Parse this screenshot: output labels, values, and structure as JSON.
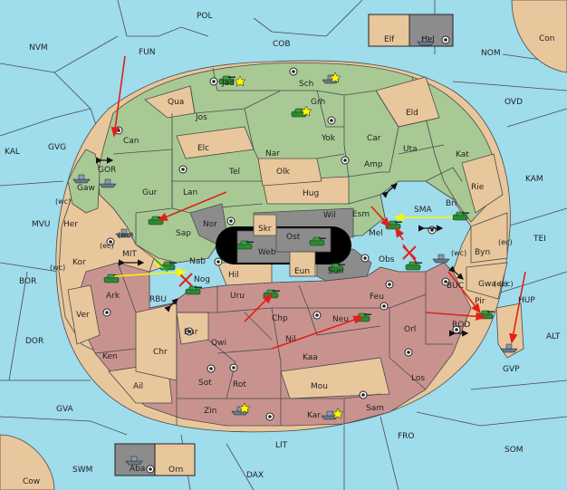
{
  "map": {
    "colors": {
      "sea": "#9fdcec",
      "green": "#a8c994",
      "tan": "#e8c79c",
      "red": "#c8938f",
      "gray": "#8c8c8c",
      "black": "#000000",
      "order_red": "#e0201a",
      "order_yellow": "#f8f800",
      "order_green": "#2ab820"
    },
    "sea_labels": [
      "POL",
      "NVM",
      "FUN",
      "COB",
      "NOM",
      "Con",
      "OVD",
      "KAL",
      "GVG",
      "KAM",
      "TEI",
      "MVU",
      "BOR",
      "DOR",
      "ALT",
      "GVA",
      "FRO",
      "SOM",
      "SWM",
      "LIT",
      "DAX",
      "Cow"
    ],
    "green_labels": [
      "Jad",
      "Sch",
      "Qua",
      "Jos",
      "Grh",
      "Eld",
      "Can",
      "Yok",
      "Car",
      "Elc",
      "Nar",
      "Uta",
      "Kat",
      "Tel",
      "Olk",
      "Amp",
      "Gaw",
      "Gur",
      "Lan",
      "Hug",
      "Rie",
      "Bri",
      "Esm",
      "Wil",
      "Sap",
      "Nor"
    ],
    "tan_labels": [
      "Elf",
      "Her",
      "Kor",
      "Ver",
      "Hil",
      "Byn",
      "Gwa",
      "Ail",
      "Chr",
      "Bar",
      "Mou",
      "Eun"
    ],
    "red_labels": [
      "Ark",
      "Nab",
      "Nog",
      "Uru",
      "Chp",
      "Feu",
      "Neu",
      "Orl",
      "Qwi",
      "Nil",
      "Kaa",
      "Ken",
      "Sot",
      "Rot",
      "Los",
      "Zin",
      "Kar",
      "Sam",
      "Pir",
      "Obs",
      "Mel"
    ],
    "gray_labels": [
      "Hel",
      "Aba",
      "Ost",
      "Skr",
      "Web",
      "Sun"
    ],
    "tan_off_labels": [
      "Orn"
    ],
    "straits": [
      "GOR",
      "MIT",
      "RBU",
      "SMA",
      "BUC",
      "ROD",
      "HUP",
      "GVP"
    ],
    "coast_marks": [
      "(wc)",
      "(ec)",
      "(wc)",
      "(wc)",
      "(ec)",
      "(wc)",
      "(ec)",
      "(ec)"
    ]
  }
}
